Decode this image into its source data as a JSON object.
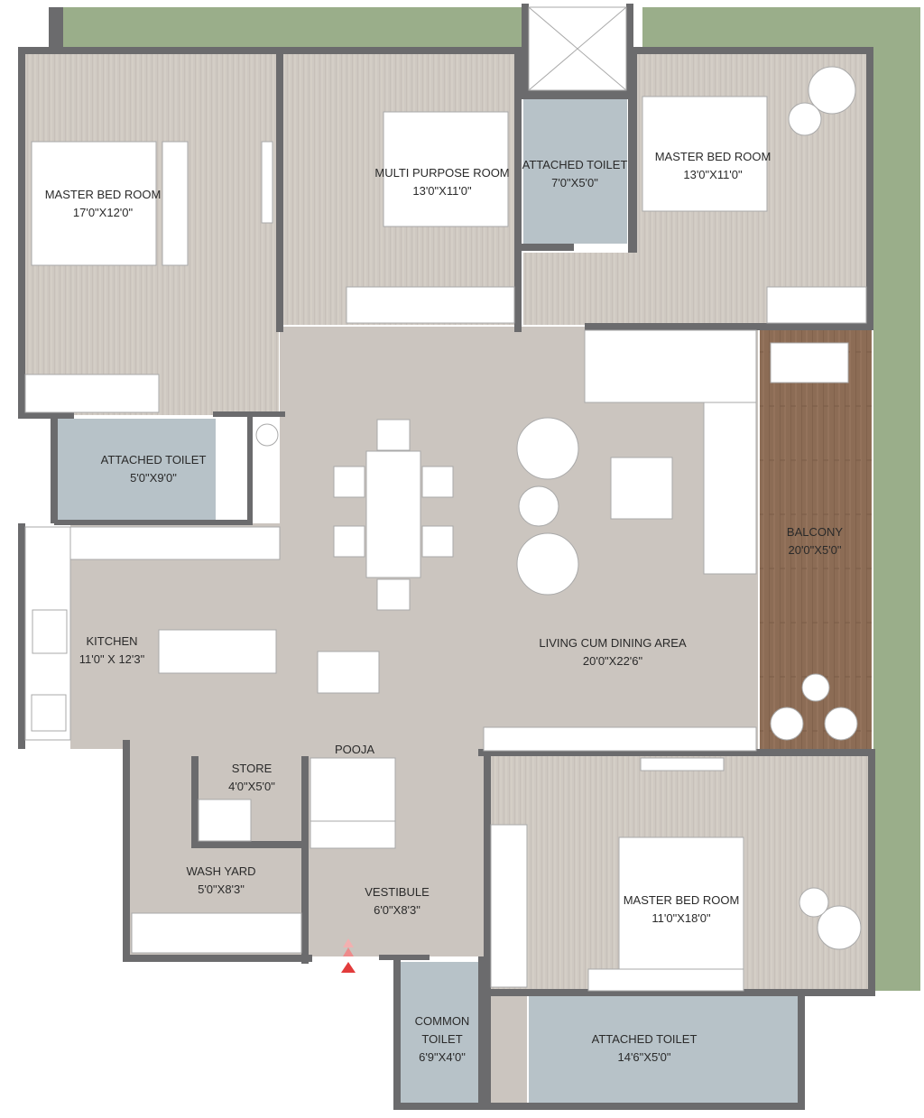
{
  "rooms": [
    {
      "id": "master-bed-1",
      "name": "MASTER BED ROOM",
      "dims": "17'0\"X12'0\""
    },
    {
      "id": "multi-purpose",
      "name": "MULTI PURPOSE ROOM",
      "dims": "13'0\"X11'0\""
    },
    {
      "id": "attached-toilet-top",
      "name": "ATTACHED TOILET",
      "dims": "7'0\"X5'0\""
    },
    {
      "id": "master-bed-2",
      "name": "MASTER BED ROOM",
      "dims": "13'0\"X11'0\""
    },
    {
      "id": "attached-toilet-left",
      "name": "ATTACHED TOILET",
      "dims": "5'0\"X9'0\""
    },
    {
      "id": "balcony",
      "name": "BALCONY",
      "dims": "20'0\"X5'0\""
    },
    {
      "id": "kitchen",
      "name": "KITCHEN",
      "dims": "11'0\" X 12'3\""
    },
    {
      "id": "living-dining",
      "name": "LIVING CUM DINING AREA",
      "dims": "20'0\"X22'6\""
    },
    {
      "id": "store",
      "name": "STORE",
      "dims": "4'0\"X5'0\""
    },
    {
      "id": "pooja",
      "name": "POOJA",
      "dims": ""
    },
    {
      "id": "wash-yard",
      "name": "WASH YARD",
      "dims": "5'0\"X8'3\""
    },
    {
      "id": "vestibule",
      "name": "VESTIBULE",
      "dims": "6'0\"X8'3\""
    },
    {
      "id": "master-bed-3",
      "name": "MASTER BED ROOM",
      "dims": "11'0\"X18'0\""
    },
    {
      "id": "common-toilet",
      "name": "COMMON\nTOILET",
      "dims": "6'9\"X4'0\""
    },
    {
      "id": "attached-toilet-bottom",
      "name": "ATTACHED TOILET",
      "dims": "14'6\"X5'0\""
    }
  ],
  "colors": {
    "wall": "#6b6b6d",
    "garden": "#9aae8a",
    "floor_wood_light": "#cfc8c0",
    "floor_living": "#cbc5bf",
    "toilet": "#b7c2c8",
    "balcony_wood": "#8a6b55",
    "furniture": "#ffffff",
    "entry_arrow": "#e23b3b"
  }
}
